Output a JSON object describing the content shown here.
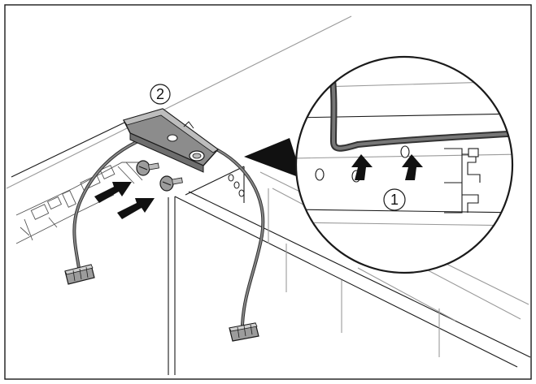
{
  "callouts": {
    "detail_marker": "1",
    "bracket_marker": "2"
  },
  "colors": {
    "line": "#1a1a1a",
    "light_line": "#9a9a9a",
    "cable": "#555555",
    "bracket_fill": "#8c8c8c",
    "screw_fill": "#9c9c9c",
    "arrow_fill": "#111111",
    "background": "#ffffff"
  },
  "icons": {
    "callout": "circled-number",
    "push_arrow": "push-arrow-icon",
    "screw": "countersunk-screw-icon"
  }
}
